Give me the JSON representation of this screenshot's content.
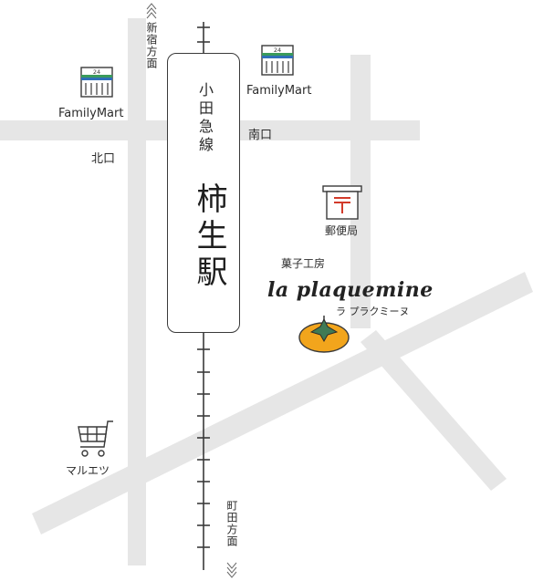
{
  "station": {
    "line": "小田急線",
    "name": "柿生駅"
  },
  "directions": {
    "north": "新宿方面",
    "south": "町田方面"
  },
  "exits": {
    "north": "北口",
    "south": "南口"
  },
  "landmarks": {
    "familymart_west": {
      "label": "FamilyMart",
      "icon": "convenience-store-icon"
    },
    "familymart_east": {
      "label": "FamilyMart",
      "icon": "convenience-store-icon"
    },
    "post_office": {
      "label": "郵便局",
      "icon": "post-office-icon"
    },
    "supermarket": {
      "label": "マルエツ",
      "icon": "shopping-cart-icon"
    }
  },
  "shop": {
    "subtitle": "菓子工房",
    "name": "la plaquemine",
    "kana": "ラ プラクミーヌ",
    "icon": "persimmon-icon"
  },
  "colors": {
    "road": "#e6e6e6",
    "ink": "#3a3a3a",
    "familymart_green": "#3a9a5b",
    "familymart_blue": "#2f6fb8",
    "post_red": "#d23a2a",
    "persimmon_orange": "#f2a51c",
    "leaf_green": "#3f7a55"
  }
}
